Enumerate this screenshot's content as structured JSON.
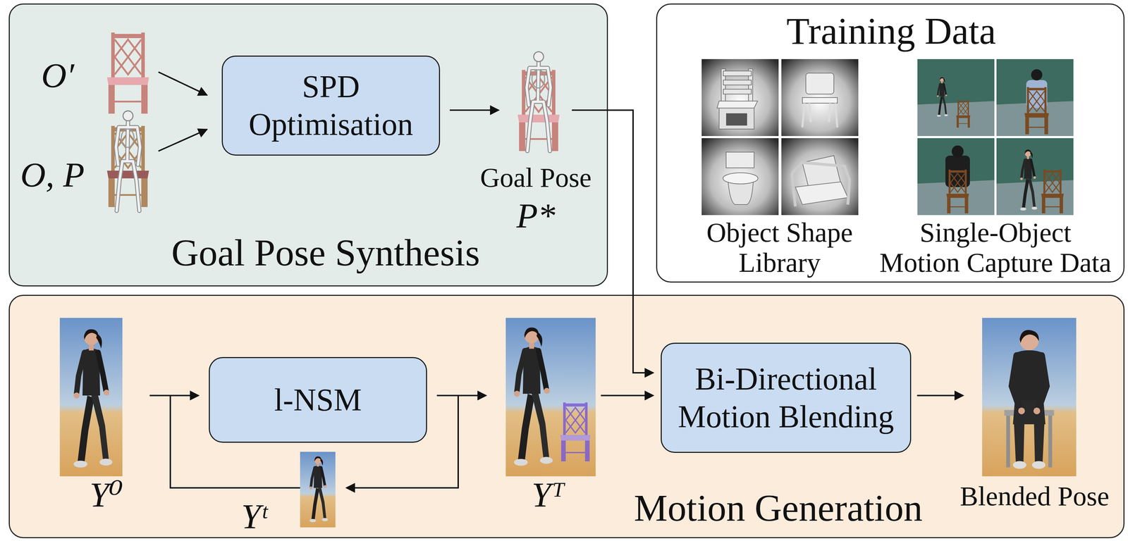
{
  "diagram": {
    "nodes": [
      {
        "text": [
          "Goal Pose Synthesis"
        ]
      },
      {
        "text": [
          "SPD Optimisation"
        ],
        "in": 0
      },
      {
        "text": [
          "Training Data"
        ]
      },
      {
        "text": [
          "Motion Generation"
        ]
      },
      {
        "text": [
          "l-NSM"
        ],
        "in": 3
      },
      {
        "text": [
          "Bi-Directional Motion Blending"
        ],
        "in": 3
      }
    ],
    "labels": [
      "O′",
      "O, P",
      "Goal Pose",
      "P*",
      "Object Shape Library",
      "Single-Object Motion Capture Data",
      "Y⁰",
      "Yᵗ",
      "Yᵀ",
      "Blended Pose"
    ]
  }
}
